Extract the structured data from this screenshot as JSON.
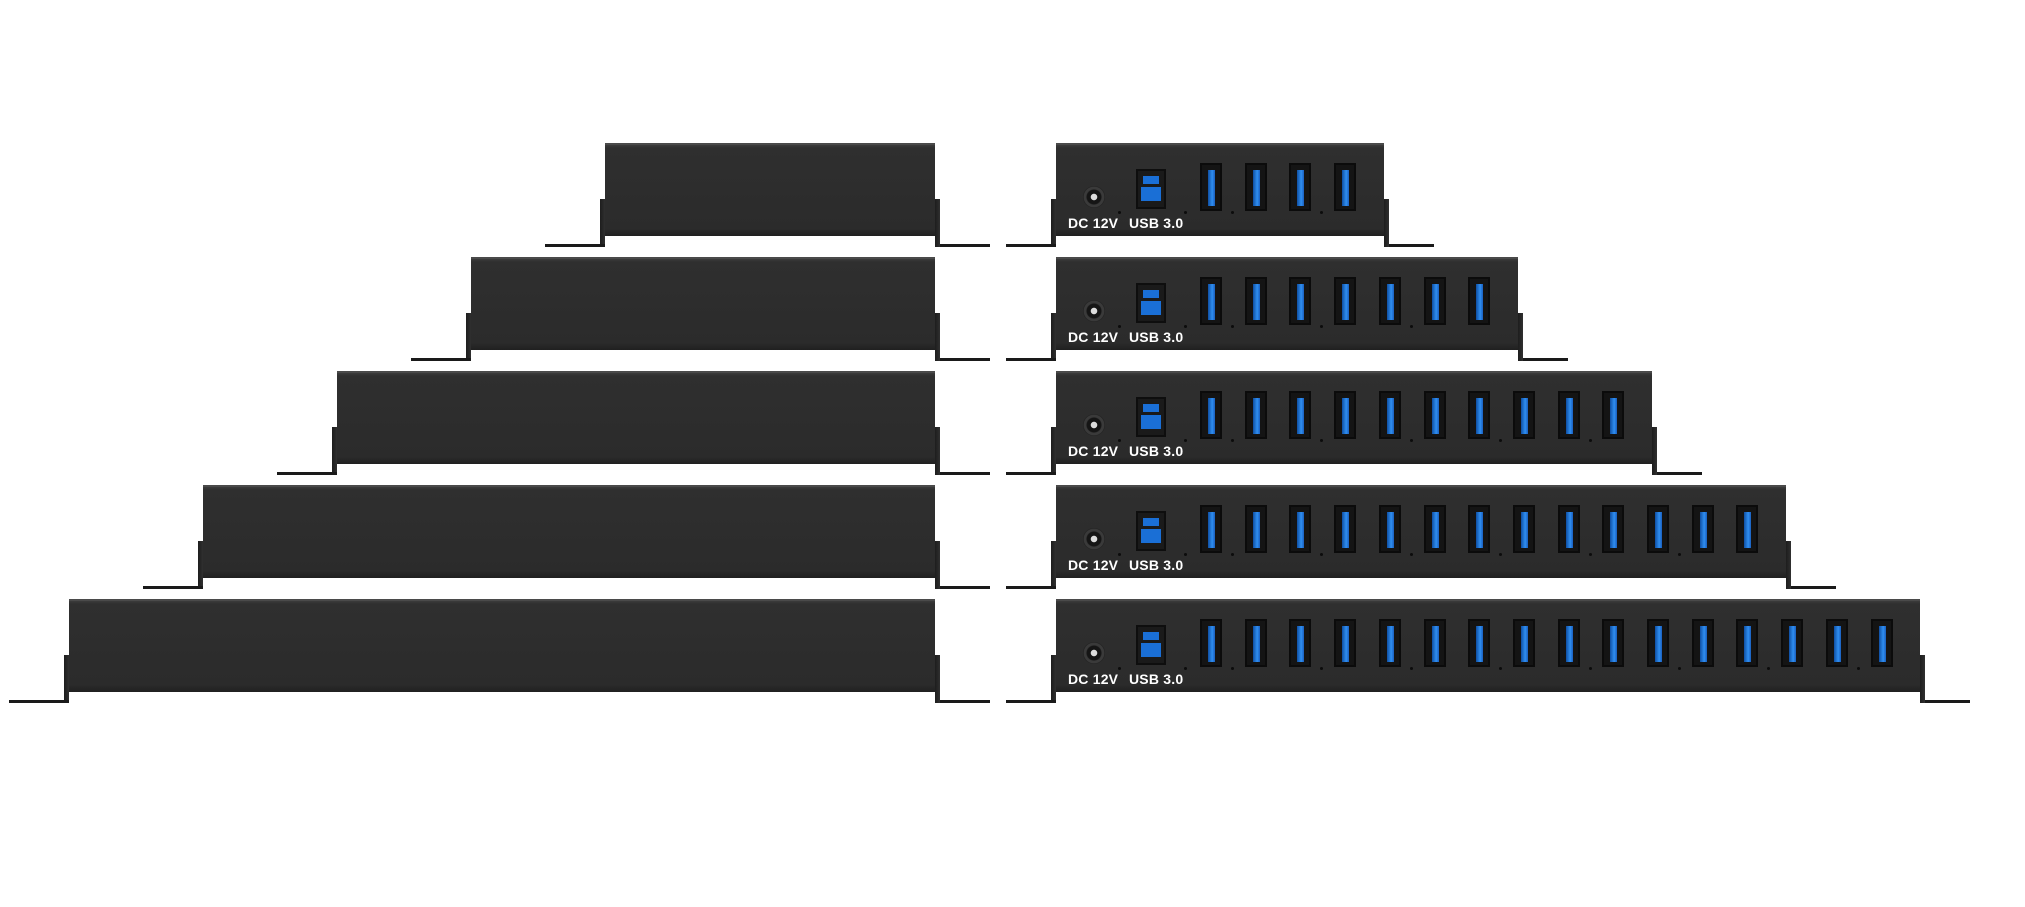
{
  "ports": {
    "power_label": "DC 12V",
    "upstream_label": "USB 3.0"
  },
  "colors": {
    "housing": "#2b2b2b",
    "usb_blue": "#2f8ef0",
    "background": "#ffffff"
  },
  "hubs": [
    {
      "model": "4-port",
      "downstream_ports": 4
    },
    {
      "model": "7-port",
      "downstream_ports": 7
    },
    {
      "model": "10-port",
      "downstream_ports": 10
    },
    {
      "model": "13-port",
      "downstream_ports": 13
    },
    {
      "model": "16-port",
      "downstream_ports": 16
    }
  ]
}
